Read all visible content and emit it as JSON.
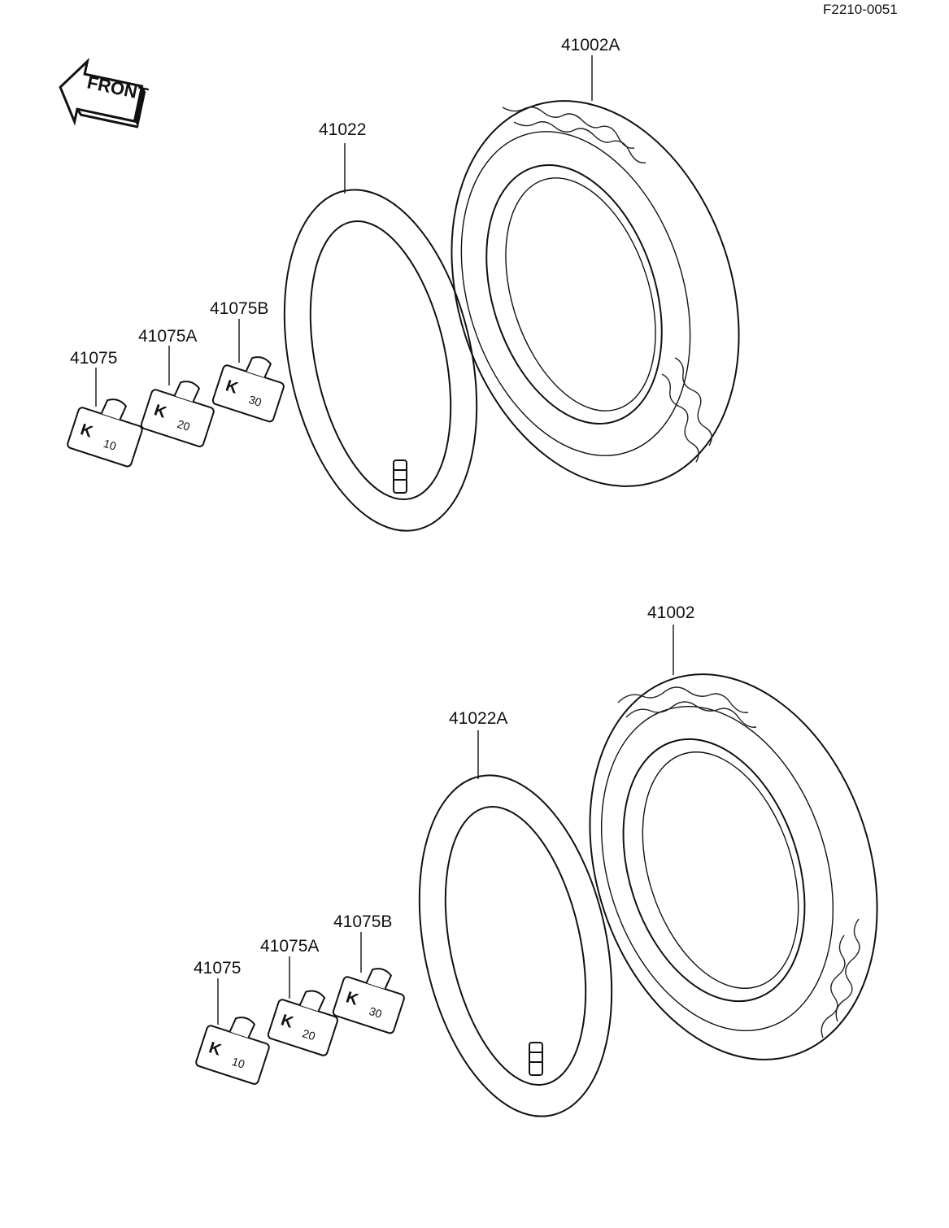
{
  "document": {
    "code": "F2210-0051",
    "front_label": "FRONT"
  },
  "upper_assembly": {
    "tire_label": "41002A",
    "tube_label": "41022",
    "weights": [
      {
        "part": "41075",
        "mark": "K",
        "value": "10"
      },
      {
        "part": "41075A",
        "mark": "K",
        "value": "20"
      },
      {
        "part": "41075B",
        "mark": "K",
        "value": "30"
      }
    ]
  },
  "lower_assembly": {
    "tire_label": "41002",
    "tube_label": "41022A",
    "weights": [
      {
        "part": "41075",
        "mark": "K",
        "value": "10"
      },
      {
        "part": "41075A",
        "mark": "K",
        "value": "20"
      },
      {
        "part": "41075B",
        "mark": "K",
        "value": "30"
      }
    ]
  }
}
